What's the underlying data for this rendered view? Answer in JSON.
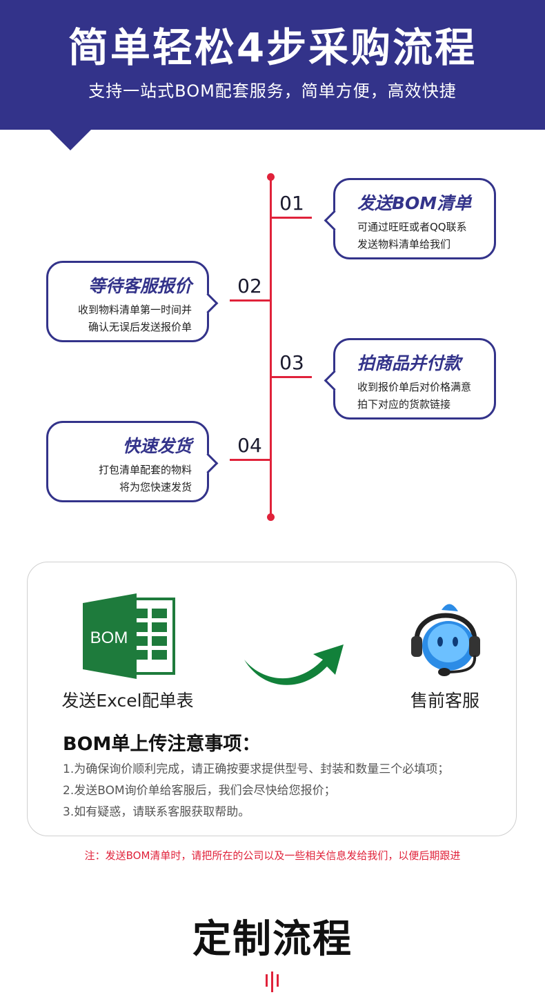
{
  "header": {
    "title": "简单轻松4步采购流程",
    "subtitle": "支持一站式BOM配套服务，简单方便，高效快捷"
  },
  "steps": [
    {
      "number": "01",
      "title": "发送BOM清单",
      "desc_line1": "可通过旺旺或者QQ联系",
      "desc_line2": "发送物料清单给我们"
    },
    {
      "number": "02",
      "title": "等待客服报价",
      "desc_line1": "收到物料清单第一时间并",
      "desc_line2": "确认无误后发送报价单"
    },
    {
      "number": "03",
      "title": "拍商品并付款",
      "desc_line1": "收到报价单后对价格满意",
      "desc_line2": "拍下对应的货款链接"
    },
    {
      "number": "04",
      "title": "快速发货",
      "desc_line1": "打包清单配套的物料",
      "desc_line2": "将为您快速发货"
    }
  ],
  "bom_card": {
    "excel_icon_text": "BOM",
    "excel_label": "发送Excel配单表",
    "support_label": "售前客服",
    "notes_title": "BOM单上传注意事项：",
    "notes": [
      "1.为确保询价顺利完成，请正确按要求提供型号、封装和数量三个必填项；",
      "2.发送BOM询价单给客服后，我们会尽快给您报价；",
      "3.如有疑惑，请联系客服获取帮助。"
    ]
  },
  "footnote": "注：发送BOM清单时，请把所在的公司以及一些相关信息发给我们，以便后期跟进",
  "section_title": "定制流程",
  "icons": {
    "excel": "excel-file-icon",
    "arrow": "curved-arrow-icon",
    "support": "customer-service-headset-icon",
    "deco": "decorative-bars-icon"
  },
  "colors": {
    "brand_navy": "#33338a",
    "accent_red": "#e0223a",
    "excel_green": "#1e7b3c",
    "arrow_green": "#12813a"
  }
}
